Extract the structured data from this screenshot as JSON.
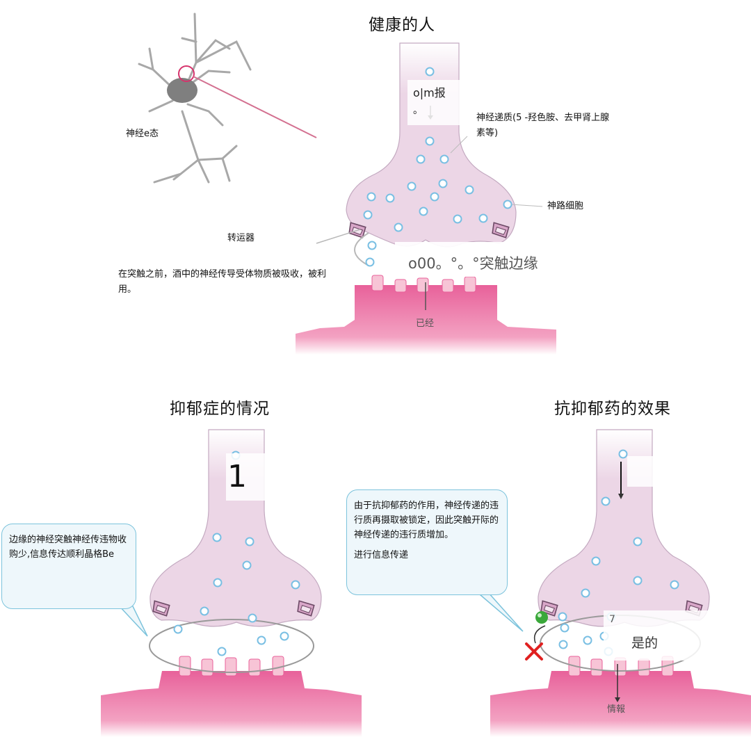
{
  "titles": {
    "healthy": "健康的人",
    "depression": "抑郁症的情况",
    "antidepressant": "抗抑郁药的效果"
  },
  "healthy_labels": {
    "neuron": "神经e态",
    "transporter": "转运器",
    "neurotransmitter": "神经递质(5 -羟色胺、去甲肾上腺素等)",
    "nerve_cell": "神路细胞",
    "om": "o|m报",
    "om_dot": "。",
    "cleft": "o00。°。°突触边缘",
    "received": "已经",
    "note": "在突触之前，酒中的神经传导受体物质被吸收，被利用。"
  },
  "depression_labels": {
    "number": "1",
    "callout": "边缘的神经突触神经传违物收购少,信息传达顺利晶格Be"
  },
  "antidepressant_labels": {
    "callout": "由于抗抑郁药的作用，神经传递的违行质再摄取被锁定，因此突触开际的神经传递的违行质增加。",
    "callout_sub": "进行信息传递",
    "seven": "7",
    "yes": "是的",
    "info": "情報"
  },
  "icons": {
    "block": "x-mark-icon",
    "drug": "drug-ball-icon"
  },
  "colors": {
    "terminal_fill": "#ecd6e6",
    "terminal_stroke": "#c3a9c0",
    "receptor_cell": "#e8619a",
    "receptor_light": "#f7c4d6",
    "vesicle": "#79bfe3",
    "callout_border": "#7cc3dc",
    "block_red": "#e02020",
    "drug_green": "#3aa83a"
  }
}
